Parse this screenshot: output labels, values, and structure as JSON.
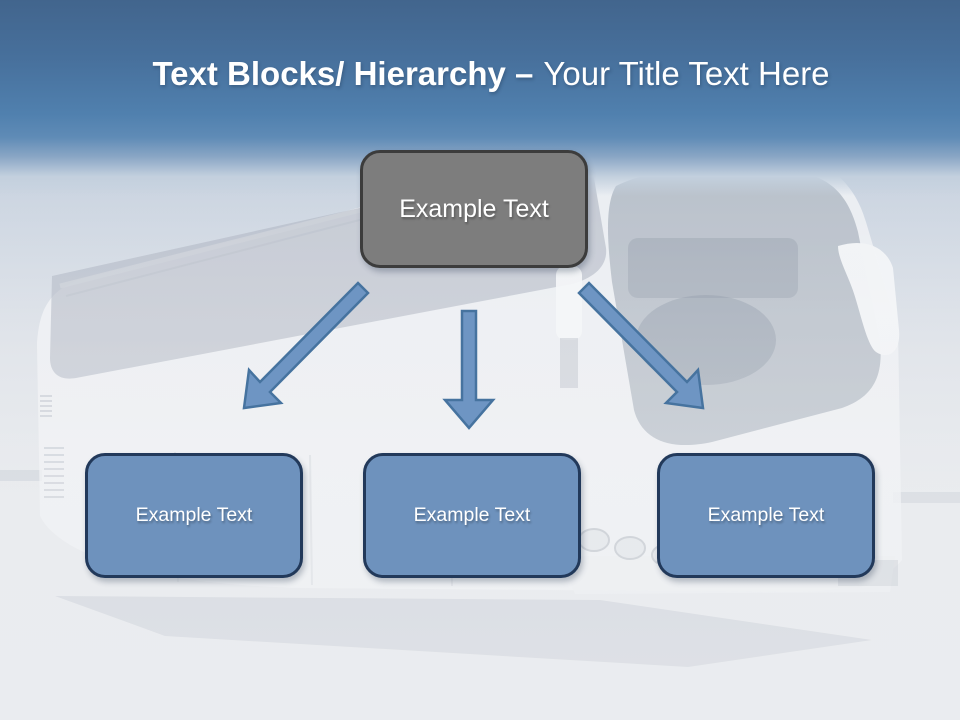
{
  "slide": {
    "title": {
      "bold_text": "Text Blocks/ Hierarchy –",
      "regular_text": "Your Title Text Here"
    },
    "hierarchy": {
      "root": {
        "label": "Example Text"
      },
      "children": [
        {
          "label": "Example Text"
        },
        {
          "label": "Example Text"
        },
        {
          "label": "Example Text"
        }
      ]
    },
    "background": {
      "name": "faded-coach-bus-photo"
    },
    "colors": {
      "header_gradient_top": "#42658d",
      "header_gradient_mid": "#5f8bb6",
      "title_text": "#ffffff",
      "root_box_fill": "#7d7d7d",
      "root_box_border": "#3c3c3c",
      "child_box_fill": "#6e92bd",
      "child_box_border": "#22395a",
      "arrow_fill": "#6e95c3",
      "arrow_stroke": "#46739f",
      "canvas_background": "#e9ebee"
    }
  }
}
